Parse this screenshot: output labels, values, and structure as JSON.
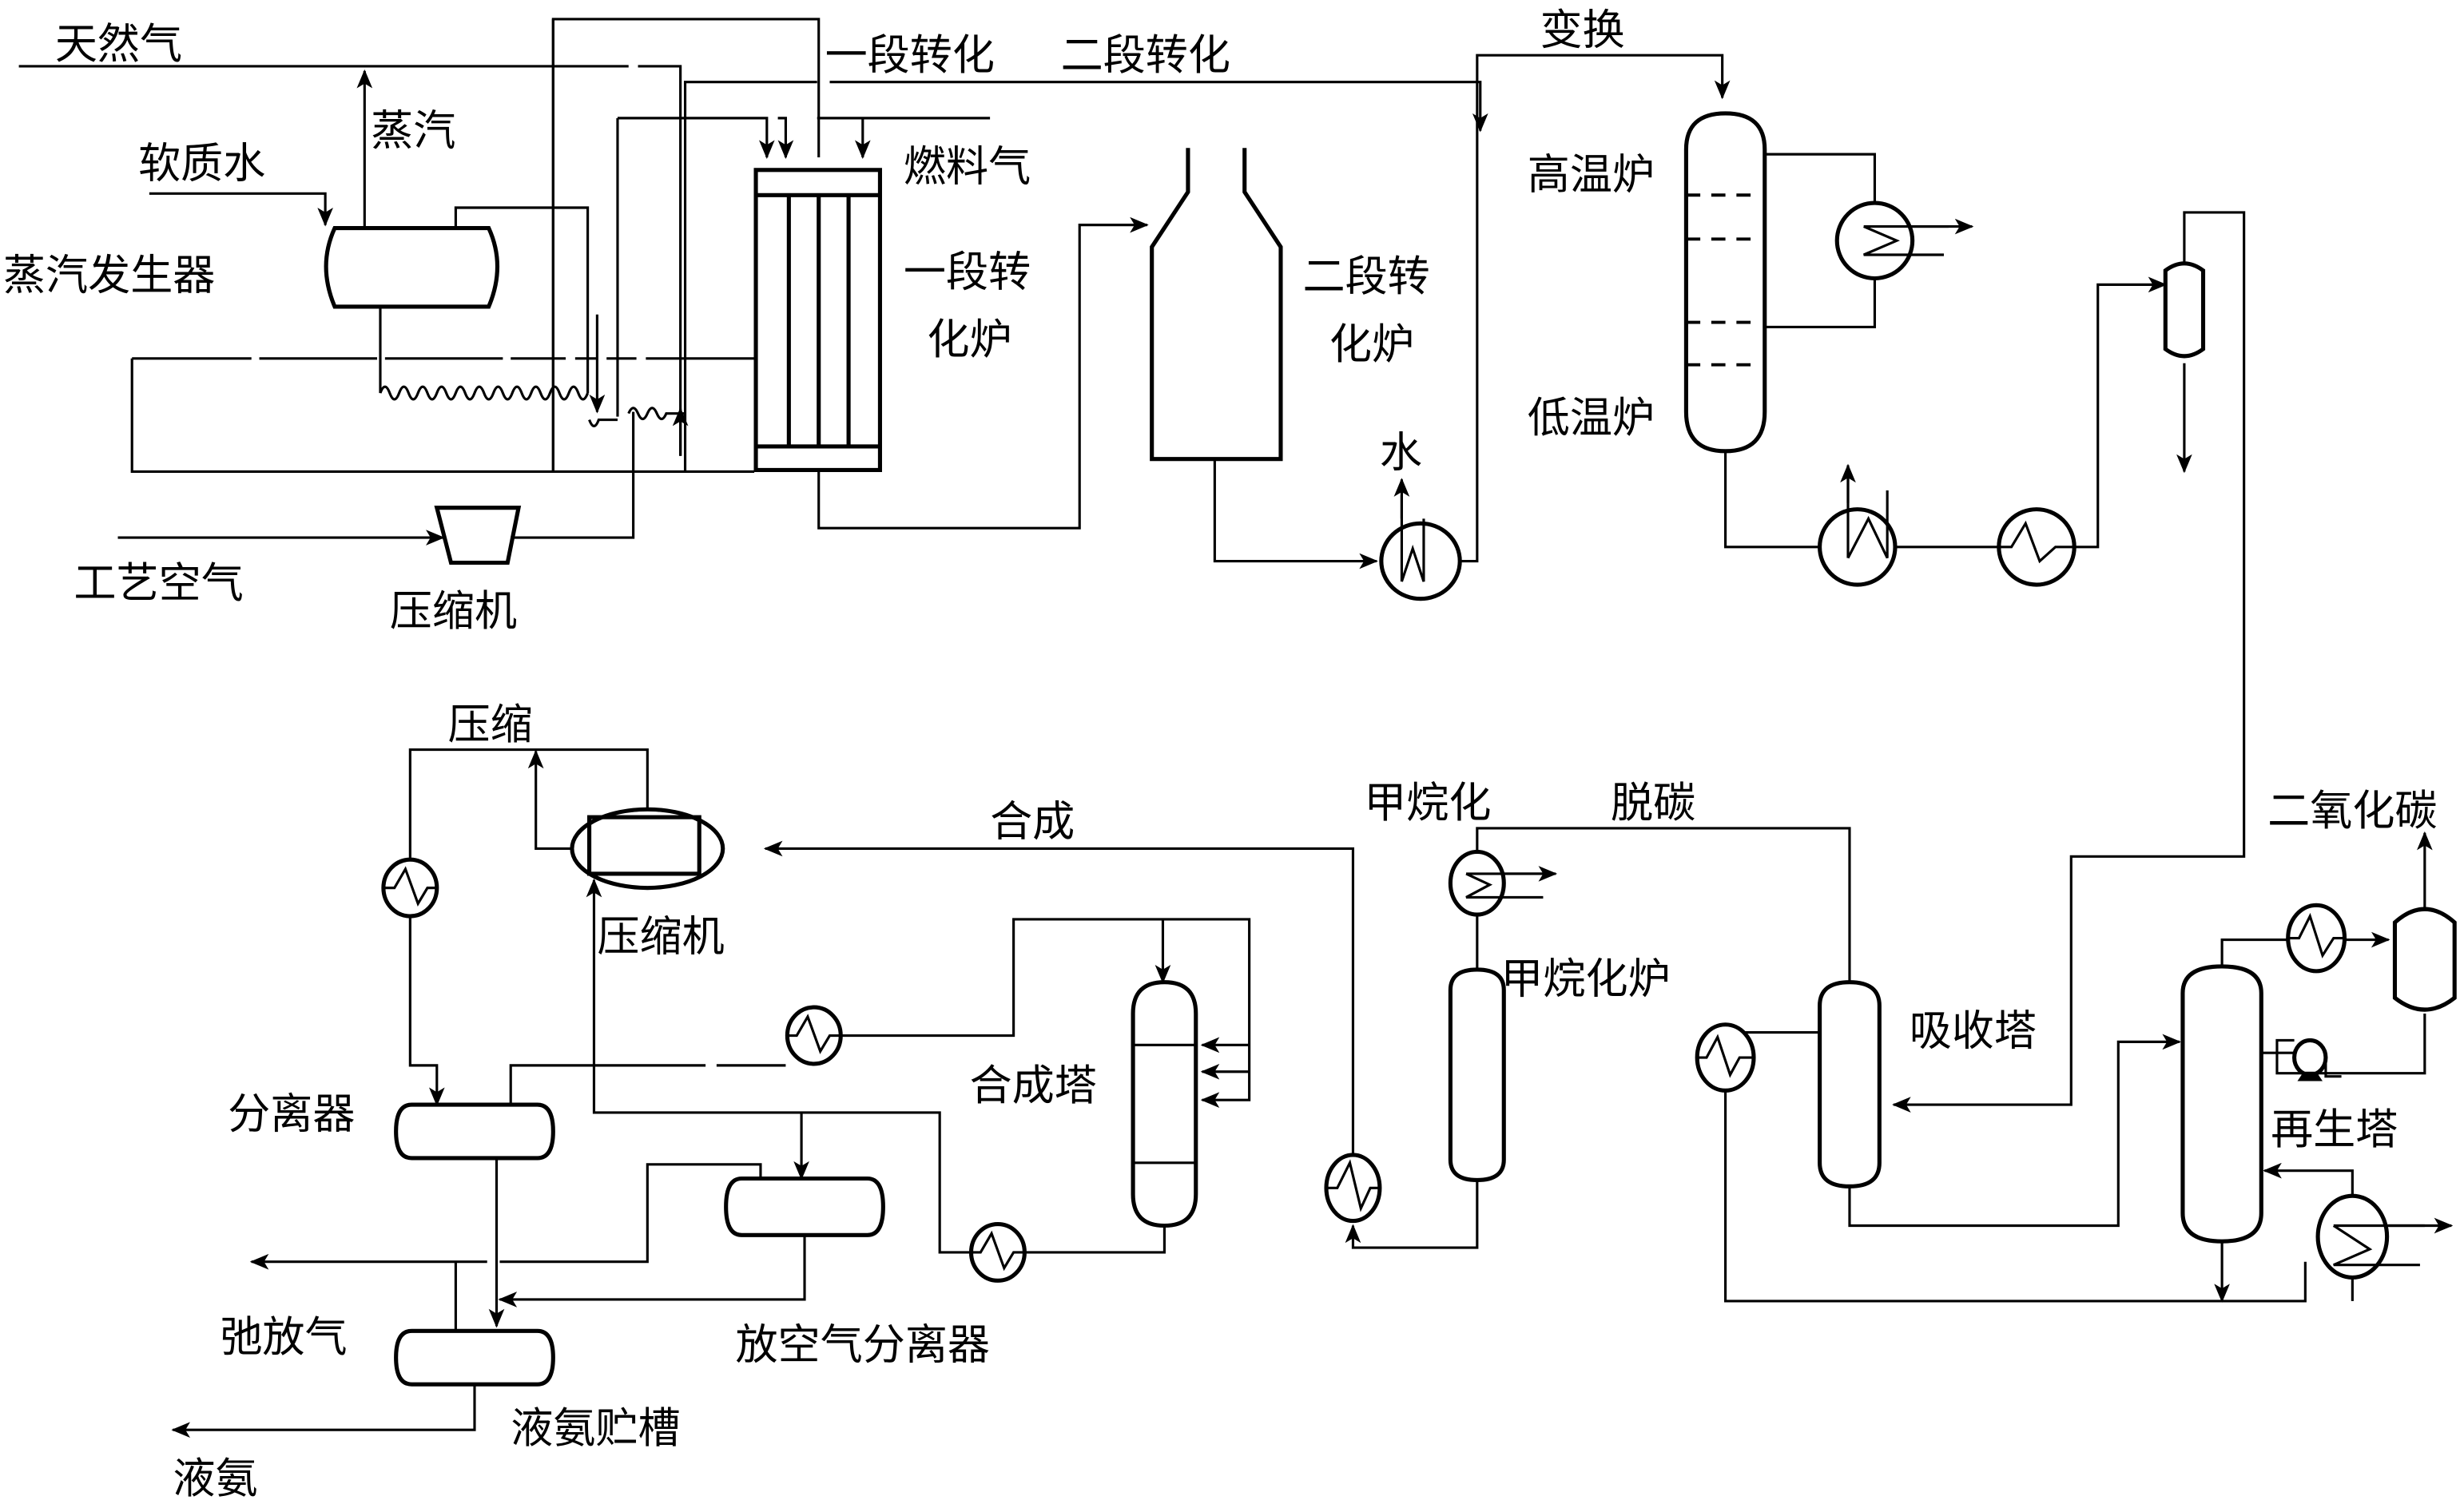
{
  "title": "天然气蒸汽转化制合成氨工艺流程",
  "labels": {
    "natural_gas": "天然气",
    "steam": "蒸汽",
    "soft_water": "软质水",
    "steam_generator": "蒸汽发生器",
    "primary_reforming": "一段转化",
    "secondary_reforming": "二段转化",
    "fuel_gas": "燃料气",
    "primary_reformer_l1": "一段转",
    "primary_reformer_l2": "化炉",
    "secondary_reformer_l1": "二段转",
    "secondary_reformer_l2": "化炉",
    "process_air": "工艺空气",
    "air_compressor": "压缩机",
    "water": "水",
    "shift": "变换",
    "high_temp_converter": "高温炉",
    "low_temp_converter": "低温炉",
    "compression": "压缩",
    "syngas_compressor": "压缩机",
    "synthesis": "合成",
    "methanation": "甲烷化",
    "decarbonization": "脱碳",
    "co2": "二氧化碳",
    "synthesis_tower": "合成塔",
    "methanator": "甲烷化炉",
    "absorber": "吸收塔",
    "regenerator": "再生塔",
    "separator": "分离器",
    "purge_gas": "弛放气",
    "vent_gas_separator": "放空气分离器",
    "liquid_ammonia_tank": "液氨贮槽",
    "liquid_ammonia": "液氨"
  }
}
